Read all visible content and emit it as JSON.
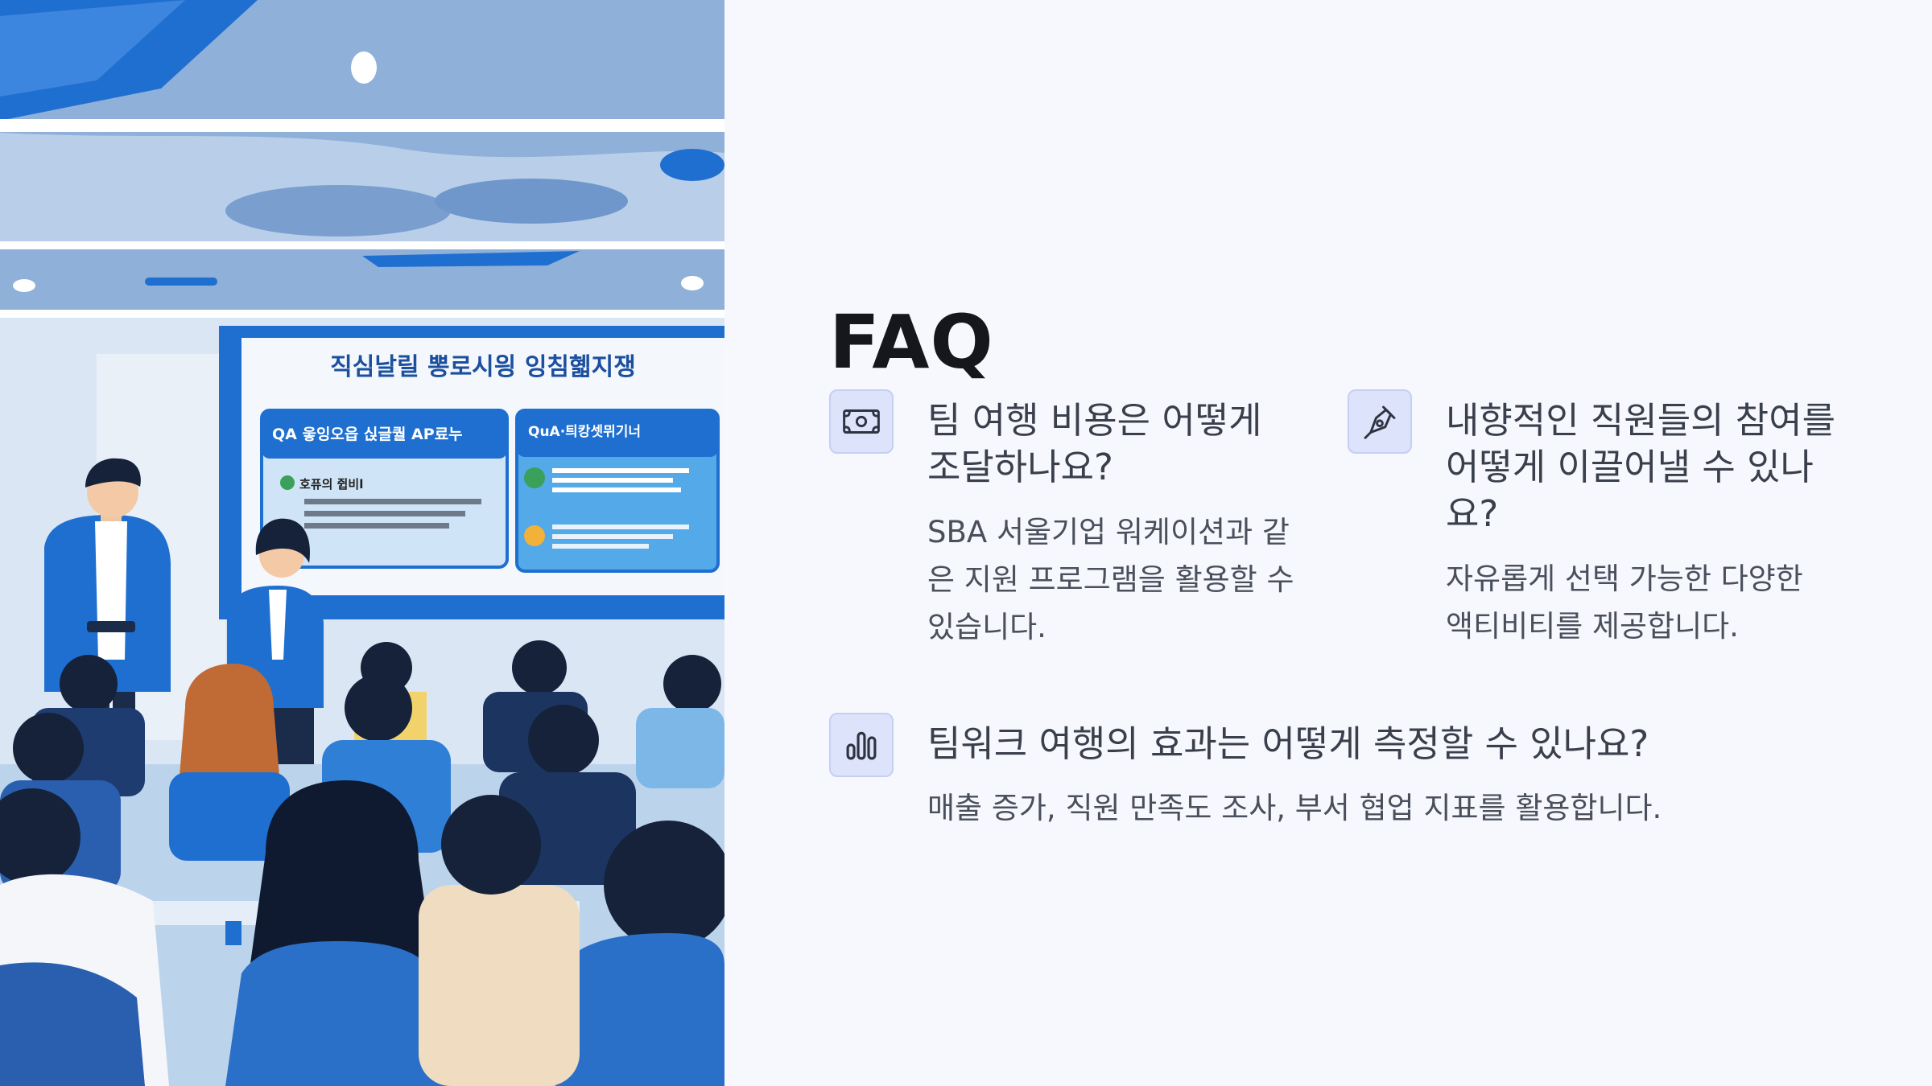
{
  "slide": {
    "title": "FAQ",
    "illustration": {
      "screen_title": "직심날릴 뽕로시읭 잉침혧지쟁",
      "panel_left_header": "QA  읗잉오읍 싡글퀄 AP료누",
      "panel_left_item": "호퓨의 쥡비l",
      "panel_right_header": "QuA·틔캉셋뮈기너"
    },
    "faqs": [
      {
        "icon": "money-icon",
        "question": "팀 여행 비용은 어떻게 조달하나요?",
        "answer": "SBA 서울기업 워케이션과 같은 지원 프로그램을 활용할 수 있습니다."
      },
      {
        "icon": "pen-icon",
        "question": "내향적인 직원들의 참여를 어떻게 이끌어낼 수 있나요?",
        "answer": "자유롭게 선택 가능한 다양한 액티비티를 제공합니다."
      },
      {
        "icon": "bar-chart-icon",
        "question": "팀워크 여행의 효과는 어떻게 측정할 수 있나요?",
        "answer": "매출 증가, 직원 만족도 조사, 부서 협업 지표를 활용합니다."
      }
    ],
    "colors": {
      "background": "#f7f8fd",
      "icon_bg": "#dce3fb",
      "title": "#16171c",
      "text": "#3a3f4c"
    }
  }
}
